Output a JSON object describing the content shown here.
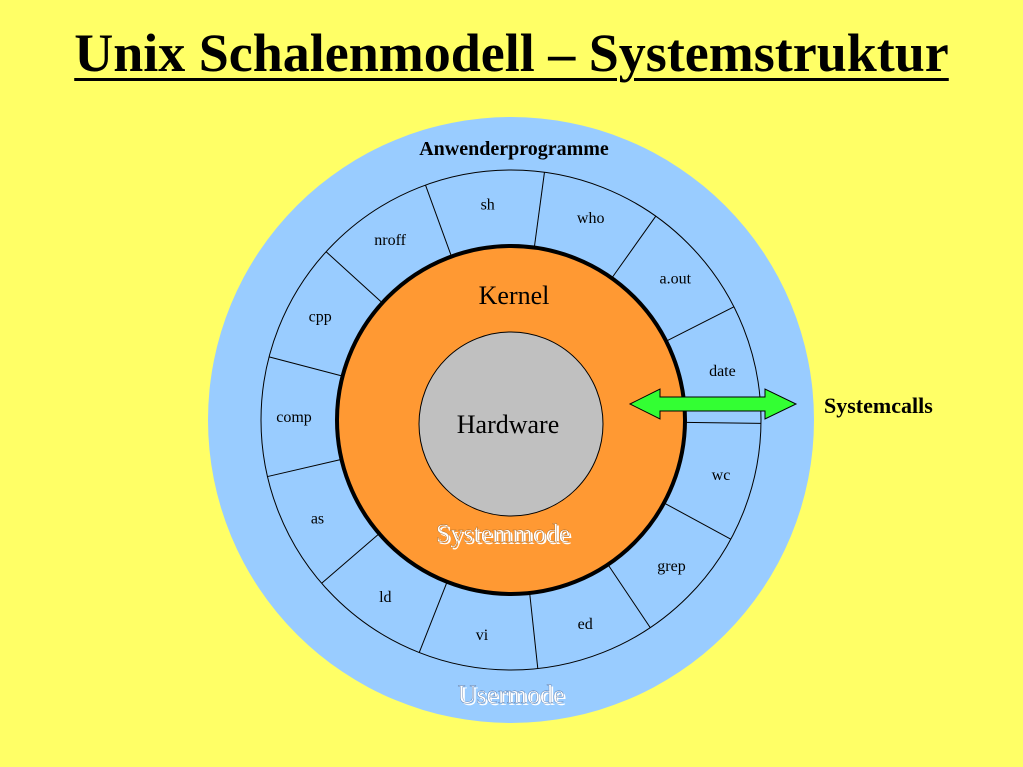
{
  "title": "Unix Schalenmodell – Systemstruktur",
  "diagram": {
    "outer_label": "Anwenderprogramme",
    "kernel_label": "Kernel",
    "hardware_label": "Hardware",
    "systemmode_label": "Systemmode",
    "usermode_label": "Usermode",
    "systemcalls_label": "Systemcalls",
    "programs": [
      "sh",
      "who",
      "a.out",
      "date",
      "wc",
      "grep",
      "ed",
      "vi",
      "ld",
      "as",
      "comp",
      "cpp",
      "nroff"
    ],
    "colors": {
      "background": "#ffff66",
      "usermode_ring": "#99ccff",
      "kernel": "#ff9933",
      "hardware": "#c0c0c0",
      "arrow": "#33ff33"
    }
  }
}
